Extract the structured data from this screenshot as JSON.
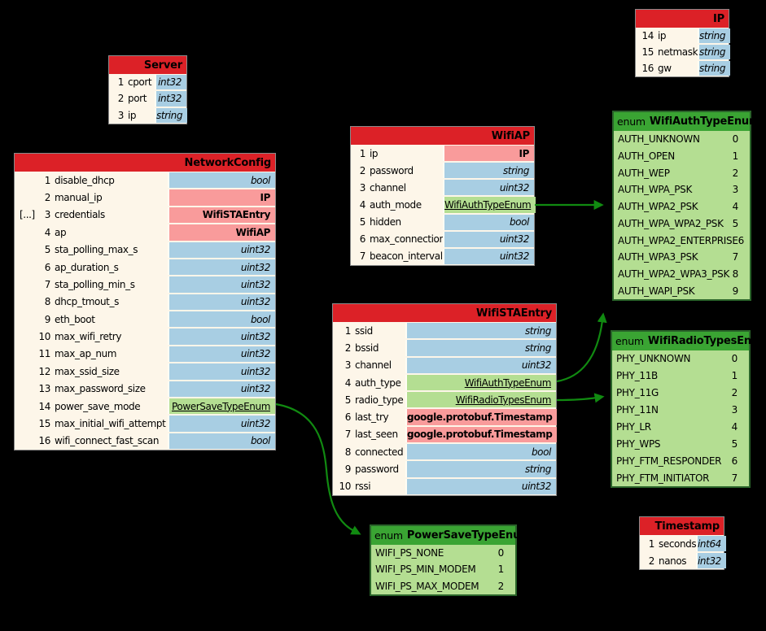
{
  "colors": {
    "background": "#000000",
    "message_header": "#dc2127",
    "message_body": "#fdf6e9",
    "scalar_type_cell": "#a8cee3",
    "message_type_cell": "#f99b9b",
    "enum_link_cell": "#b4de92",
    "enum_header": "#3aa433",
    "enum_body": "#b4de92",
    "arrow": "#118a11"
  },
  "tables": {
    "server": {
      "title": "Server",
      "rows": [
        {
          "marker": "",
          "num": "1",
          "name": "cport",
          "type": "int32",
          "tstyle": "scalar"
        },
        {
          "marker": "",
          "num": "2",
          "name": "port",
          "type": "int32",
          "tstyle": "scalar"
        },
        {
          "marker": "",
          "num": "3",
          "name": "ip",
          "type": "string",
          "tstyle": "scalar"
        }
      ]
    },
    "ip": {
      "title": "IP",
      "rows": [
        {
          "marker": "",
          "num": "14",
          "name": "ip",
          "type": "string",
          "tstyle": "scalar"
        },
        {
          "marker": "",
          "num": "15",
          "name": "netmask",
          "type": "string",
          "tstyle": "scalar"
        },
        {
          "marker": "",
          "num": "16",
          "name": "gw",
          "type": "string",
          "tstyle": "scalar"
        }
      ]
    },
    "networkconfig": {
      "title": "NetworkConfig",
      "rows": [
        {
          "marker": "",
          "num": "1",
          "name": "disable_dhcp",
          "type": "bool",
          "tstyle": "scalar"
        },
        {
          "marker": "",
          "num": "2",
          "name": "manual_ip",
          "type": "IP",
          "tstyle": "message"
        },
        {
          "marker": "[...]",
          "num": "3",
          "name": "credentials",
          "type": "WifiSTAEntry",
          "tstyle": "message"
        },
        {
          "marker": "",
          "num": "4",
          "name": "ap",
          "type": "WifiAP",
          "tstyle": "message"
        },
        {
          "marker": "",
          "num": "5",
          "name": "sta_polling_max_s",
          "type": "uint32",
          "tstyle": "scalar"
        },
        {
          "marker": "",
          "num": "6",
          "name": "ap_duration_s",
          "type": "uint32",
          "tstyle": "scalar"
        },
        {
          "marker": "",
          "num": "7",
          "name": "sta_polling_min_s",
          "type": "uint32",
          "tstyle": "scalar"
        },
        {
          "marker": "",
          "num": "8",
          "name": "dhcp_tmout_s",
          "type": "uint32",
          "tstyle": "scalar"
        },
        {
          "marker": "",
          "num": "9",
          "name": "eth_boot",
          "type": "bool",
          "tstyle": "scalar"
        },
        {
          "marker": "",
          "num": "10",
          "name": "max_wifi_retry",
          "type": "uint32",
          "tstyle": "scalar"
        },
        {
          "marker": "",
          "num": "11",
          "name": "max_ap_num",
          "type": "uint32",
          "tstyle": "scalar"
        },
        {
          "marker": "",
          "num": "12",
          "name": "max_ssid_size",
          "type": "uint32",
          "tstyle": "scalar"
        },
        {
          "marker": "",
          "num": "13",
          "name": "max_password_size",
          "type": "uint32",
          "tstyle": "scalar"
        },
        {
          "marker": "",
          "num": "14",
          "name": "power_save_mode",
          "type": "PowerSaveTypeEnum",
          "tstyle": "enumlink"
        },
        {
          "marker": "",
          "num": "15",
          "name": "max_initial_wifi_attempt",
          "type": "uint32",
          "tstyle": "scalar"
        },
        {
          "marker": "",
          "num": "16",
          "name": "wifi_connect_fast_scan",
          "type": "bool",
          "tstyle": "scalar"
        }
      ]
    },
    "wifiap": {
      "title": "WifiAP",
      "rows": [
        {
          "marker": "",
          "num": "1",
          "name": "ip",
          "type": "IP",
          "tstyle": "message"
        },
        {
          "marker": "",
          "num": "2",
          "name": "password",
          "type": "string",
          "tstyle": "scalar"
        },
        {
          "marker": "",
          "num": "3",
          "name": "channel",
          "type": "uint32",
          "tstyle": "scalar"
        },
        {
          "marker": "",
          "num": "4",
          "name": "auth_mode",
          "type": "WifiAuthTypeEnum",
          "tstyle": "enumlink"
        },
        {
          "marker": "",
          "num": "5",
          "name": "hidden",
          "type": "bool",
          "tstyle": "scalar"
        },
        {
          "marker": "",
          "num": "6",
          "name": "max_connection",
          "type": "uint32",
          "tstyle": "scalar"
        },
        {
          "marker": "",
          "num": "7",
          "name": "beacon_interval",
          "type": "uint32",
          "tstyle": "scalar"
        }
      ]
    },
    "wifistaentry": {
      "title": "WifiSTAEntry",
      "rows": [
        {
          "marker": "",
          "num": "1",
          "name": "ssid",
          "type": "string",
          "tstyle": "scalar"
        },
        {
          "marker": "",
          "num": "2",
          "name": "bssid",
          "type": "string",
          "tstyle": "scalar"
        },
        {
          "marker": "",
          "num": "3",
          "name": "channel",
          "type": "uint32",
          "tstyle": "scalar"
        },
        {
          "marker": "",
          "num": "4",
          "name": "auth_type",
          "type": "WifiAuthTypeEnum",
          "tstyle": "enumlink"
        },
        {
          "marker": "",
          "num": "5",
          "name": "radio_type",
          "type": "WifiRadioTypesEnum",
          "tstyle": "enumlink"
        },
        {
          "marker": "",
          "num": "6",
          "name": "last_try",
          "type": "google.protobuf.Timestamp",
          "tstyle": "message"
        },
        {
          "marker": "",
          "num": "7",
          "name": "last_seen",
          "type": "google.protobuf.Timestamp",
          "tstyle": "message"
        },
        {
          "marker": "",
          "num": "8",
          "name": "connected",
          "type": "bool",
          "tstyle": "scalar"
        },
        {
          "marker": "",
          "num": "9",
          "name": "password",
          "type": "string",
          "tstyle": "scalar"
        },
        {
          "marker": "",
          "num": "10",
          "name": "rssi",
          "type": "uint32",
          "tstyle": "scalar"
        }
      ]
    },
    "timestamp": {
      "title": "Timestamp",
      "rows": [
        {
          "marker": "",
          "num": "1",
          "name": "seconds",
          "type": "int64",
          "tstyle": "scalar"
        },
        {
          "marker": "",
          "num": "2",
          "name": "nanos",
          "type": "int32",
          "tstyle": "scalar"
        }
      ]
    }
  },
  "enums": {
    "wifiauthtypeenum": {
      "keyword": "enum",
      "title": "WifiAuthTypeEnum",
      "values": [
        {
          "name": "AUTH_UNKNOWN",
          "value": "0"
        },
        {
          "name": "AUTH_OPEN",
          "value": "1"
        },
        {
          "name": "AUTH_WEP",
          "value": "2"
        },
        {
          "name": "AUTH_WPA_PSK",
          "value": "3"
        },
        {
          "name": "AUTH_WPA2_PSK",
          "value": "4"
        },
        {
          "name": "AUTH_WPA_WPA2_PSK",
          "value": "5"
        },
        {
          "name": "AUTH_WPA2_ENTERPRISE",
          "value": "6"
        },
        {
          "name": "AUTH_WPA3_PSK",
          "value": "7"
        },
        {
          "name": "AUTH_WPA2_WPA3_PSK",
          "value": "8"
        },
        {
          "name": "AUTH_WAPI_PSK",
          "value": "9"
        }
      ]
    },
    "wifiradiotypesenum": {
      "keyword": "enum",
      "title": "WifiRadioTypesEnum",
      "values": [
        {
          "name": "PHY_UNKNOWN",
          "value": "0"
        },
        {
          "name": "PHY_11B",
          "value": "1"
        },
        {
          "name": "PHY_11G",
          "value": "2"
        },
        {
          "name": "PHY_11N",
          "value": "3"
        },
        {
          "name": "PHY_LR",
          "value": "4"
        },
        {
          "name": "PHY_WPS",
          "value": "5"
        },
        {
          "name": "PHY_FTM_RESPONDER",
          "value": "6"
        },
        {
          "name": "PHY_FTM_INITIATOR",
          "value": "7"
        }
      ]
    },
    "powersavetypeenum": {
      "keyword": "enum",
      "title": "PowerSaveTypeEnum",
      "values": [
        {
          "name": "WIFI_PS_NONE",
          "value": "0"
        },
        {
          "name": "WIFI_PS_MIN_MODEM",
          "value": "1"
        },
        {
          "name": "WIFI_PS_MAX_MODEM",
          "value": "2"
        }
      ]
    }
  },
  "relations": [
    {
      "from": "WifiAP.auth_mode",
      "to": "WifiAuthTypeEnum"
    },
    {
      "from": "WifiSTAEntry.auth_type",
      "to": "WifiAuthTypeEnum"
    },
    {
      "from": "WifiSTAEntry.radio_type",
      "to": "WifiRadioTypesEnum"
    },
    {
      "from": "NetworkConfig.power_save_mode",
      "to": "PowerSaveTypeEnum"
    }
  ]
}
